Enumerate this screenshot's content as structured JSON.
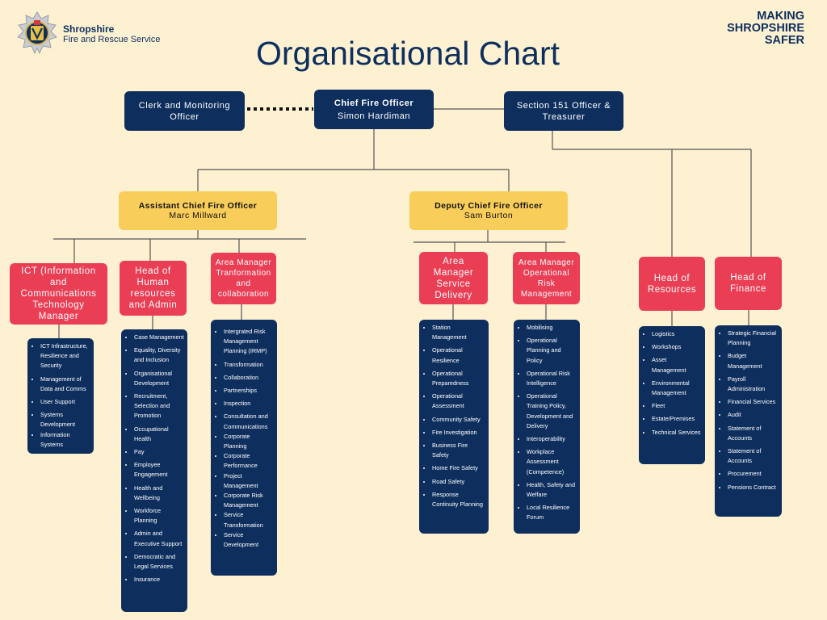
{
  "header": {
    "org_name": "Shropshire",
    "org_sub": "Fire and Rescue Service",
    "title": "Organisational Chart",
    "tagline": [
      "MAKING",
      "SHROPSHIRE",
      "SAFER"
    ]
  },
  "top": {
    "clerk": "Clerk and Monitoring Officer",
    "chief_title": "Chief Fire Officer",
    "chief_name": "Simon Hardiman",
    "s151": "Section 151 Officer & Treasurer"
  },
  "acfo": {
    "title": "Assistant Chief Fire Officer",
    "name": "Marc Millward"
  },
  "dcfo": {
    "title": "Deputy Chief Fire Officer",
    "name": "Sam Burton"
  },
  "departments": {
    "ict": {
      "head": "ICT (Information and Communications Technology Manager",
      "items": [
        "ICT Infrastructure, Resilience and Security",
        "Management of Data and Comms",
        "User Support",
        "Systems Development",
        "Information Systems"
      ]
    },
    "hr": {
      "head": "Head of Human resources and Admin",
      "items": [
        "Case Management",
        "Equality, Diversity and Inclusion",
        "Organisational Development",
        "Recruitment, Selection and Promotion",
        "Occupational Health",
        "Pay",
        " Employee Engagement",
        "Health and Wellbeing",
        "Workforce Planning",
        "Admin and Executive Support",
        "Democratic and Legal Services",
        "Insurance"
      ]
    },
    "transform": {
      "head": "Area Manager Tranformation and collaboration",
      "items": [
        "Intergrated Risk Management Planning (IRMP)",
        "Transformation",
        " Collaboration",
        " Partnerships",
        " Inspection",
        "Consultation and Communications",
        "Corporate Planning",
        "Corporate Performance",
        "Project Management",
        "Corporate Risk Management",
        "Service Transformation",
        "Service Development"
      ]
    },
    "service": {
      "head": "Area Manager Service Delivery",
      "items": [
        "Station Management",
        "Operational Resilience",
        "Operational Preparedness",
        "Operational Assessment",
        "Community Safety",
        "Fire Investigation",
        "Business Fire Safety",
        "Home Fire Safety",
        "Road Safety",
        "Response Continuity Planning"
      ]
    },
    "ops": {
      "head": "Area Manager Operational Risk Management",
      "items": [
        "Mobilising",
        "Operational Planning and Policy",
        "Operational Risk Intelligence",
        "Operational Training Policy, Development and Delivery",
        "Interoperability",
        "Workplace Assessment (Competence)",
        "Health, Safety and  Welfare",
        "Local Resilience Forum"
      ]
    },
    "resources": {
      "head": "Head of Resources",
      "items": [
        "Logistics",
        "Workshops",
        "Asset Management",
        "Environmental Management",
        "Fleet",
        "Estate/Premises",
        "Technical Services"
      ]
    },
    "finance": {
      "head": "Head of Finance",
      "items": [
        "Strategic Financial Planning",
        "Budget Management",
        "Payroll Administration",
        "Financial Services",
        "Audit",
        "Statement of Accounts",
        "Statement of Accounts",
        "Procurement",
        "Pensions Contract"
      ]
    }
  },
  "colors": {
    "navy": "#0e2f5e",
    "yellow": "#f9cd5a",
    "red": "#ea3e55",
    "background": "#fdf1d2",
    "line": "#4a4a4a"
  },
  "icons": {
    "logo": "fire-service-crest-icon"
  }
}
